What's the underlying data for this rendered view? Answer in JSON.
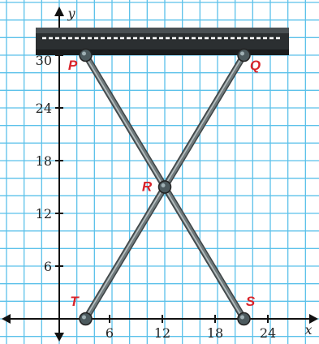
{
  "colors": {
    "grid": "#5bc1ea",
    "background": "#ffffff",
    "axis": "#111111",
    "rod": "#707a7c",
    "bar": "#2b2f31",
    "label": "#d8232a"
  },
  "axes": {
    "x_name": "x",
    "y_name": "y",
    "x_ticks": [
      "6",
      "12",
      "18",
      "24"
    ],
    "y_ticks": [
      "6",
      "12",
      "18",
      "24",
      "30"
    ]
  },
  "points": [
    {
      "id": "P",
      "label": "P",
      "x": 3,
      "y": 30
    },
    {
      "id": "Q",
      "label": "Q",
      "x": 21,
      "y": 30
    },
    {
      "id": "R",
      "label": "R",
      "x": 12,
      "y": 15
    },
    {
      "id": "S",
      "label": "S",
      "x": 21,
      "y": 0
    },
    {
      "id": "T",
      "label": "T",
      "x": 3,
      "y": 0
    }
  ],
  "segments": [
    {
      "from": "P",
      "to": "S"
    },
    {
      "from": "Q",
      "to": "T"
    }
  ]
}
